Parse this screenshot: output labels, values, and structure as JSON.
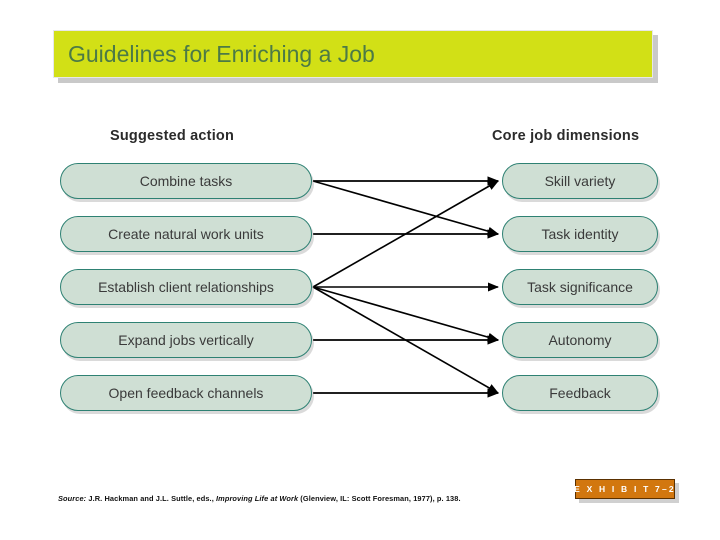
{
  "slide": {
    "title": "Guidelines for Enriching a Job",
    "title_bg": "#d2e016",
    "title_color": "#4c7a46"
  },
  "headings": {
    "left": "Suggested action",
    "right": "Core job dimensions"
  },
  "colors": {
    "node_fill": "#cfdfd4",
    "node_border": "#2e8173",
    "arrow": "#000000",
    "exhibit_bg": "#d2770f",
    "exhibit_text": "#ffffff"
  },
  "diagram": {
    "type": "bipartite-mapping",
    "left_nodes": [
      {
        "id": "combine-tasks",
        "label": "Combine tasks"
      },
      {
        "id": "create-natural-work-units",
        "label": "Create natural work units"
      },
      {
        "id": "establish-client-relationships",
        "label": "Establish client relationships"
      },
      {
        "id": "expand-jobs-vertically",
        "label": "Expand jobs vertically"
      },
      {
        "id": "open-feedback-channels",
        "label": "Open feedback channels"
      }
    ],
    "right_nodes": [
      {
        "id": "skill-variety",
        "label": "Skill variety"
      },
      {
        "id": "task-identity",
        "label": "Task identity"
      },
      {
        "id": "task-significance",
        "label": "Task significance"
      },
      {
        "id": "autonomy",
        "label": "Autonomy"
      },
      {
        "id": "feedback",
        "label": "Feedback"
      }
    ],
    "edges": [
      {
        "from": 0,
        "to": 0
      },
      {
        "from": 0,
        "to": 1
      },
      {
        "from": 1,
        "to": 1
      },
      {
        "from": 2,
        "to": 0
      },
      {
        "from": 2,
        "to": 2
      },
      {
        "from": 2,
        "to": 3
      },
      {
        "from": 2,
        "to": 4
      },
      {
        "from": 3,
        "to": 3
      },
      {
        "from": 4,
        "to": 4
      }
    ]
  },
  "footer": {
    "source_prefix": "Source:",
    "source_text_1": " J.R. Hackman and J.L. Suttle, eds., ",
    "source_italic": "Improving Life at Work",
    "source_text_2": " (Glenview, IL: Scott Foresman, 1977), p. 138.",
    "exhibit_label": "E X H I B I T   7–2"
  }
}
